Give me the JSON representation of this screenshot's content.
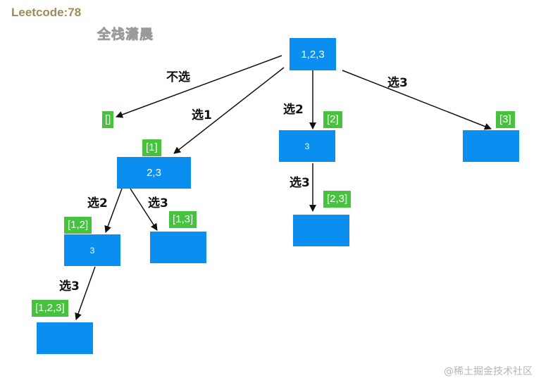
{
  "header": {
    "title": "Leetcode:78",
    "watermark": "全栈潇晨"
  },
  "nodes": {
    "root": "1,2,3",
    "n1": "2,3",
    "n2": "3",
    "n12": "3",
    "n3": "",
    "n13": "",
    "n23": "",
    "n123": ""
  },
  "subsets": {
    "empty": "[]",
    "s1": "[1]",
    "s2": "[2]",
    "s3": "[3]",
    "s12": "[1,2]",
    "s13": "[1,3]",
    "s23": "[2,3]",
    "s123": "[1,2,3]"
  },
  "edges": {
    "skip": "不选",
    "pick1": "选1",
    "pick2_root": "选2",
    "pick3_root": "选3",
    "pick2_n1": "选2",
    "pick3_n1": "选3",
    "pick3_n2": "选3",
    "pick3_n12": "选3"
  },
  "footer": "@稀土掘金技术社区"
}
